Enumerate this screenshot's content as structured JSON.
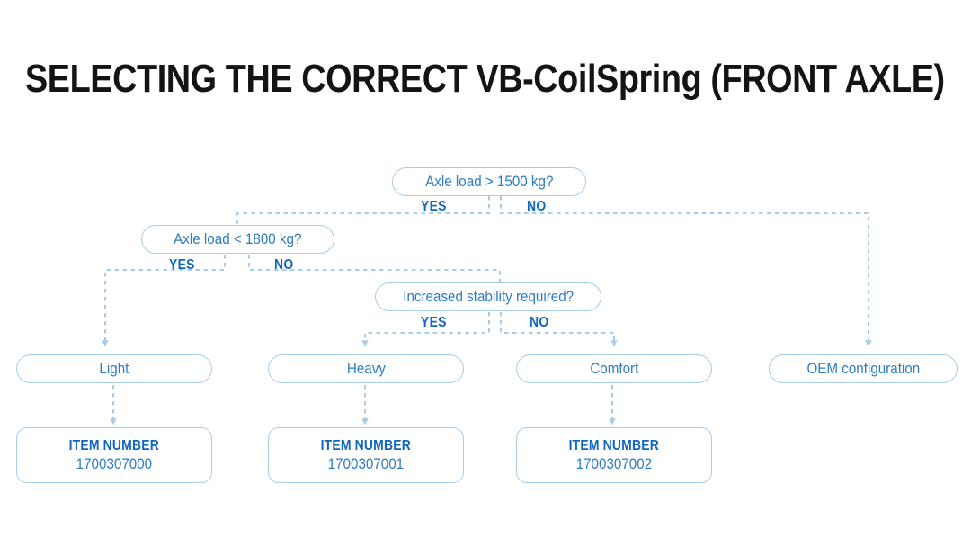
{
  "page": {
    "title": "SELECTING THE CORRECT VB-CoilSpring (FRONT AXLE)",
    "background_color": "#ffffff",
    "title_color": "#141414"
  },
  "theme": {
    "node_border": "#a8cde8",
    "node_text": "#2c7cc2",
    "label_blue": "#1166c0",
    "connector": "#a8cde8"
  },
  "chart_data": {
    "type": "diagram",
    "diagram_kind": "decision-flowchart",
    "title": "SELECTING THE CORRECT VB-CoilSpring (FRONT AXLE)",
    "decisions": [
      {
        "id": "d1",
        "text": "Axle load > 1500 kg?",
        "yes_label": "YES",
        "no_label": "NO",
        "yes_to": "d2",
        "no_to": "r4"
      },
      {
        "id": "d2",
        "text": "Axle load < 1800 kg?",
        "yes_label": "YES",
        "no_label": "NO",
        "yes_to": "r1",
        "no_to": "d3"
      },
      {
        "id": "d3",
        "text": "Increased stability required?",
        "yes_label": "YES",
        "no_label": "NO",
        "yes_to": "r2",
        "no_to": "r3"
      }
    ],
    "results": [
      {
        "id": "r1",
        "text": "Light"
      },
      {
        "id": "r2",
        "text": "Heavy"
      },
      {
        "id": "r3",
        "text": "Comfort"
      },
      {
        "id": "r4",
        "text": "OEM configuration"
      }
    ],
    "items": [
      {
        "id": "i1",
        "label": "ITEM NUMBER",
        "number": "1700307000",
        "from": "r1"
      },
      {
        "id": "i2",
        "label": "ITEM NUMBER",
        "number": "1700307001",
        "from": "r2"
      },
      {
        "id": "i3",
        "label": "ITEM NUMBER",
        "number": "1700307002",
        "from": "r3"
      }
    ]
  },
  "nodes": {
    "decision1": {
      "text": "Axle load > 1500 kg?",
      "yes": "YES",
      "no": "NO"
    },
    "decision2": {
      "text": "Axle load < 1800 kg?",
      "yes": "YES",
      "no": "NO"
    },
    "decision3": {
      "text": "Increased stability required?",
      "yes": "YES",
      "no": "NO"
    },
    "result_light": {
      "text": "Light"
    },
    "result_heavy": {
      "text": "Heavy"
    },
    "result_comfort": {
      "text": "Comfort"
    },
    "result_oem": {
      "text": "OEM configuration"
    },
    "item1": {
      "label": "ITEM NUMBER",
      "number": "1700307000"
    },
    "item2": {
      "label": "ITEM NUMBER",
      "number": "1700307001"
    },
    "item3": {
      "label": "ITEM NUMBER",
      "number": "1700307002"
    }
  }
}
